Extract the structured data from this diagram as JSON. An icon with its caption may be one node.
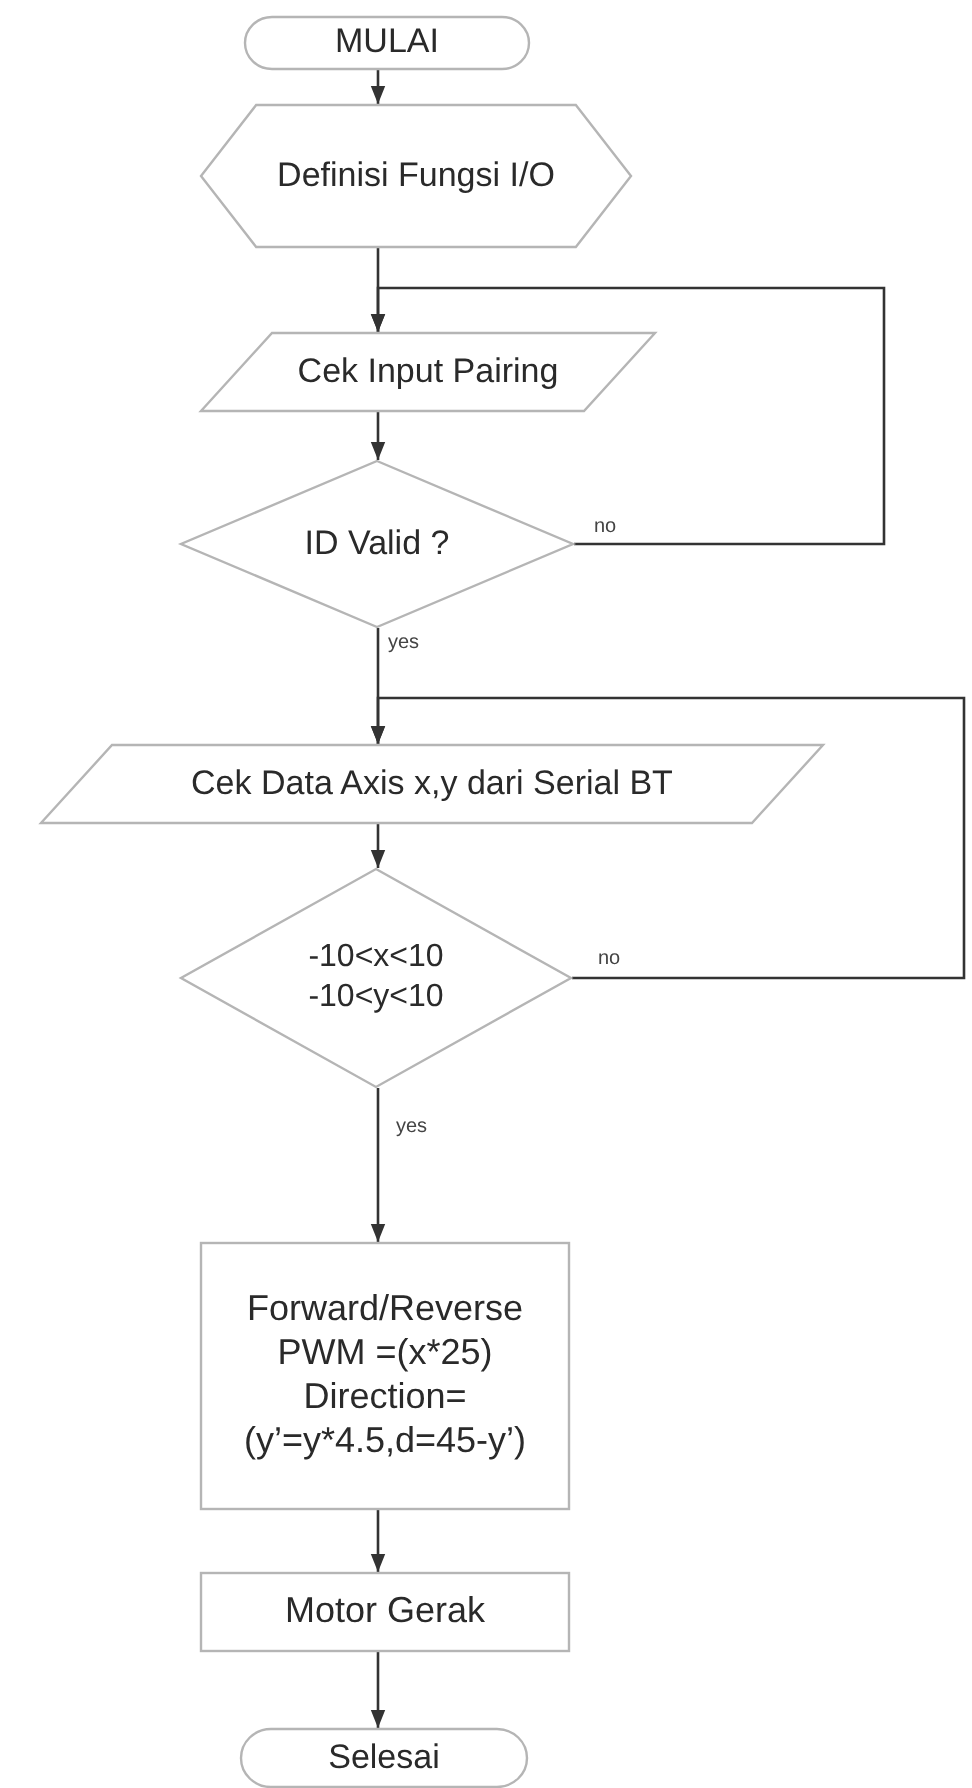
{
  "diagram": {
    "nodes": [
      {
        "text": [
          "MULAI"
        ]
      },
      {
        "text": [
          "Definisi Fungsi I/O"
        ]
      },
      {
        "text": [
          "Cek Input Pairing"
        ]
      },
      {
        "text": [
          "ID Valid ?"
        ]
      },
      {
        "text": [
          "Cek Data Axis x,y dari Serial BT"
        ]
      },
      {
        "text": [
          "-10<x<10 -10<y<10"
        ]
      },
      {
        "text": [
          "Forward/Reverse PWM =(x*25) Direction= (y’=y*4.5,d=45-y’)"
        ]
      },
      {
        "text": [
          "Motor Gerak"
        ]
      },
      {
        "text": [
          "Selesai"
        ]
      }
    ],
    "edges": [
      {
        "from": 0,
        "to": 1,
        "arrow": "to"
      },
      {
        "from": 1,
        "to": 2,
        "arrow": "to"
      },
      {
        "from": 3,
        "to": 2,
        "arrow": "to",
        "label": "no"
      },
      {
        "from": 2,
        "to": 3,
        "arrow": "to"
      },
      {
        "from": 3,
        "to": 4,
        "arrow": "to",
        "label": "yes"
      },
      {
        "from": 5,
        "to": 4,
        "arrow": "to",
        "label": "no"
      },
      {
        "from": 4,
        "to": 5,
        "arrow": "to"
      },
      {
        "from": 5,
        "to": 6,
        "arrow": "to",
        "label": "yes"
      },
      {
        "from": 6,
        "to": 7,
        "arrow": "to"
      },
      {
        "from": 7,
        "to": 8,
        "arrow": "to"
      }
    ]
  }
}
